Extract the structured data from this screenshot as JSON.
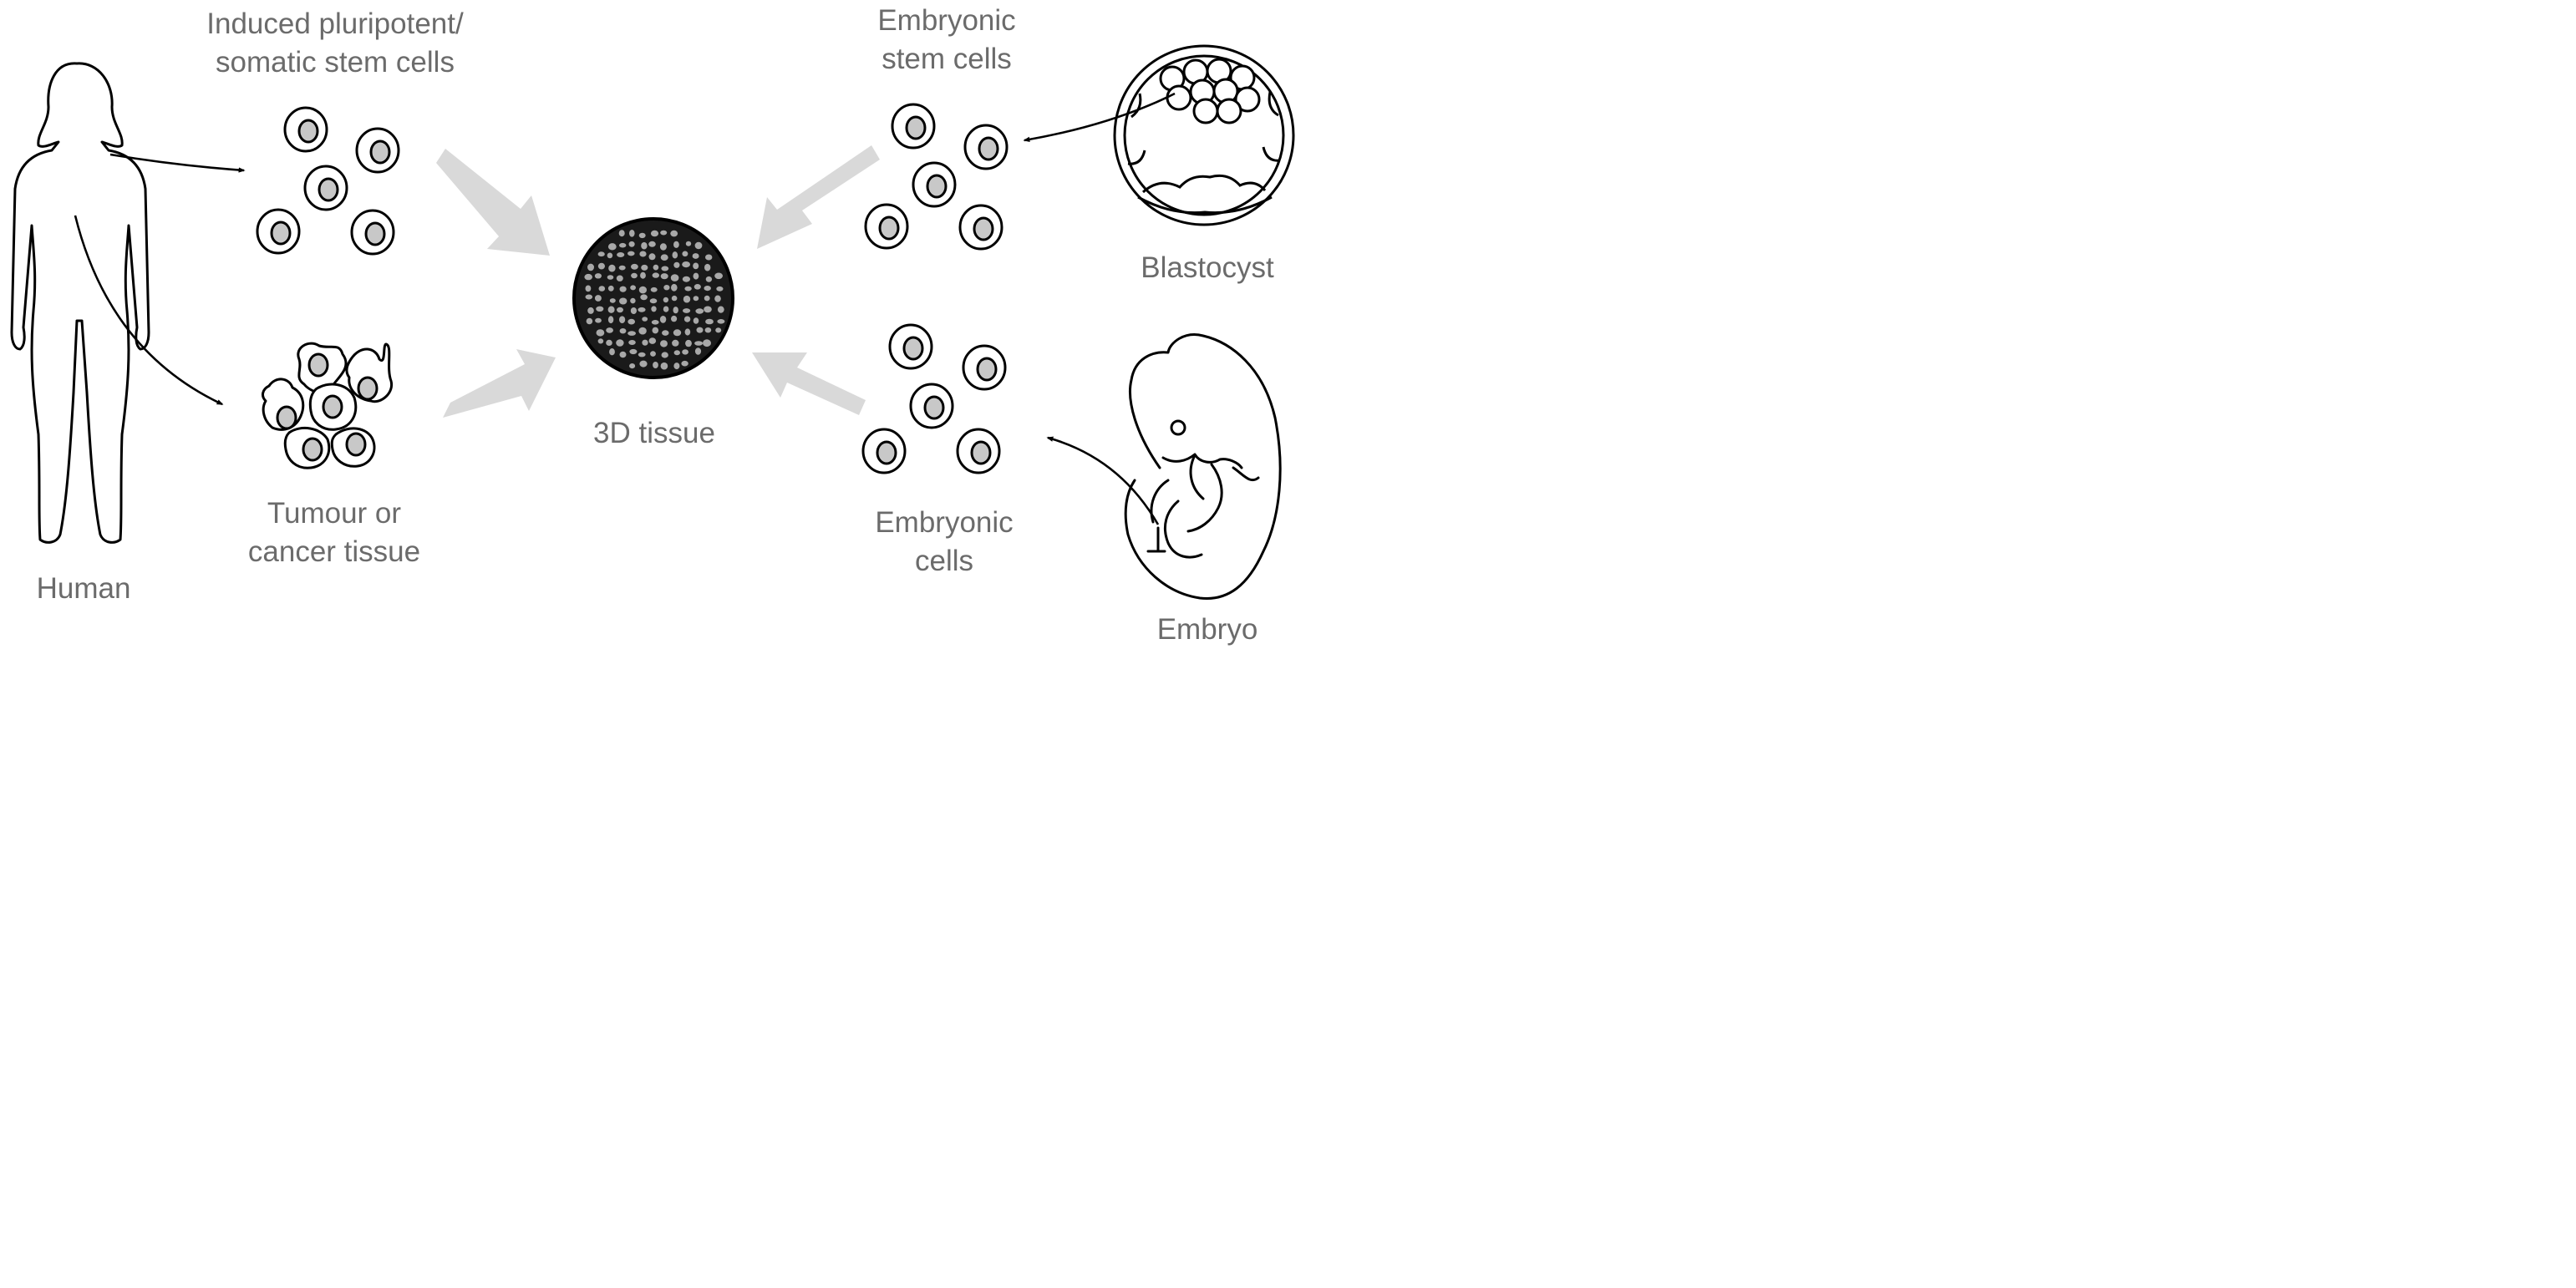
{
  "labels": {
    "human": "Human",
    "ips": [
      "Induced pluripotent/",
      "somatic stem cells"
    ],
    "tumour": [
      "Tumour or",
      "cancer tissue"
    ],
    "tissue": "3D tissue",
    "esc": [
      "Embryonic",
      "stem cells"
    ],
    "embryonic_cells": [
      "Embryonic",
      "cells"
    ],
    "blastocyst": "Blastocyst",
    "embryo": "Embryo"
  },
  "colors": {
    "line": "#000000",
    "nucleus": "#c8c8c8",
    "big_arrow": "#d9d9d9",
    "label": "#6b6b6b",
    "tissue_dark": "#1a1a1a",
    "tissue_cell": "#a8a8a8"
  }
}
